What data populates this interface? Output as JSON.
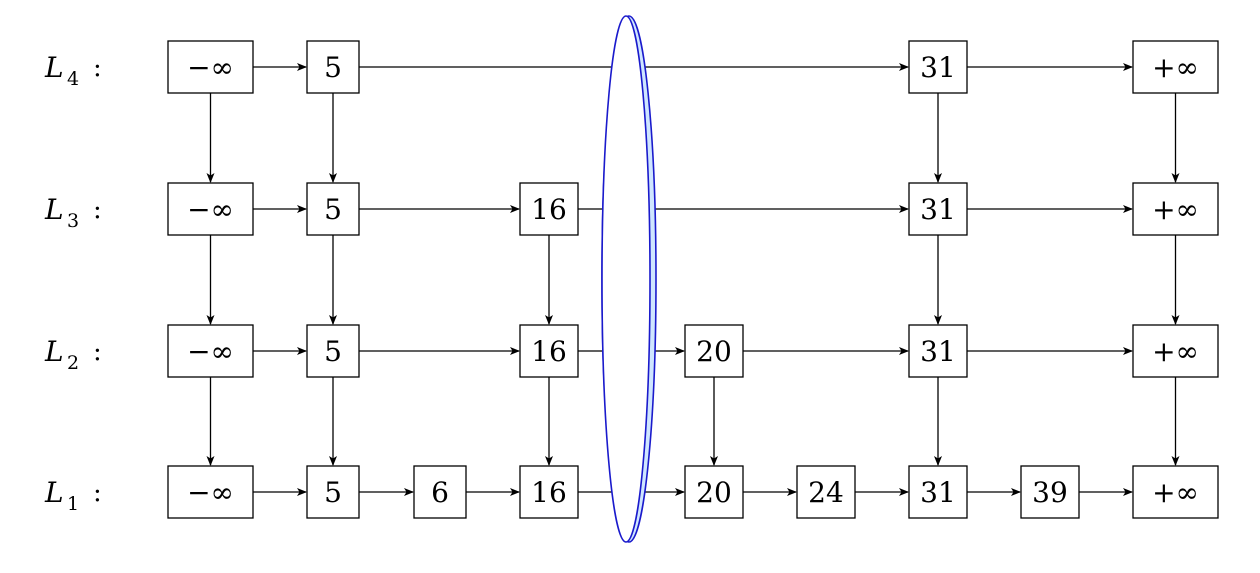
{
  "levels": [
    {
      "name": "L",
      "sub": "4",
      "colon": ":",
      "nodes": [
        {
          "col": "neg",
          "label": "−∞"
        },
        {
          "col": "c5",
          "label": "5"
        },
        {
          "col": "c31",
          "label": "31"
        },
        {
          "col": "pos",
          "label": "+∞"
        }
      ]
    },
    {
      "name": "L",
      "sub": "3",
      "colon": ":",
      "nodes": [
        {
          "col": "neg",
          "label": "−∞"
        },
        {
          "col": "c5",
          "label": "5"
        },
        {
          "col": "c16",
          "label": "16"
        },
        {
          "col": "c31",
          "label": "31"
        },
        {
          "col": "pos",
          "label": "+∞"
        }
      ]
    },
    {
      "name": "L",
      "sub": "2",
      "colon": ":",
      "nodes": [
        {
          "col": "neg",
          "label": "−∞"
        },
        {
          "col": "c5",
          "label": "5"
        },
        {
          "col": "c16",
          "label": "16"
        },
        {
          "col": "c20",
          "label": "20"
        },
        {
          "col": "c31",
          "label": "31"
        },
        {
          "col": "pos",
          "label": "+∞"
        }
      ]
    },
    {
      "name": "L",
      "sub": "1",
      "colon": ":",
      "nodes": [
        {
          "col": "neg",
          "label": "−∞"
        },
        {
          "col": "c5",
          "label": "5"
        },
        {
          "col": "c6",
          "label": "6"
        },
        {
          "col": "c16",
          "label": "16"
        },
        {
          "col": "c20",
          "label": "20"
        },
        {
          "col": "c24",
          "label": "24"
        },
        {
          "col": "c31",
          "label": "31"
        },
        {
          "col": "c39",
          "label": "39"
        },
        {
          "col": "pos",
          "label": "+∞"
        }
      ]
    }
  ],
  "colors": {
    "stroke": "#000000",
    "ellipse_stroke": "#1a1acc",
    "ellipse_fill": "#cfe6ff",
    "background": "#ffffff"
  }
}
